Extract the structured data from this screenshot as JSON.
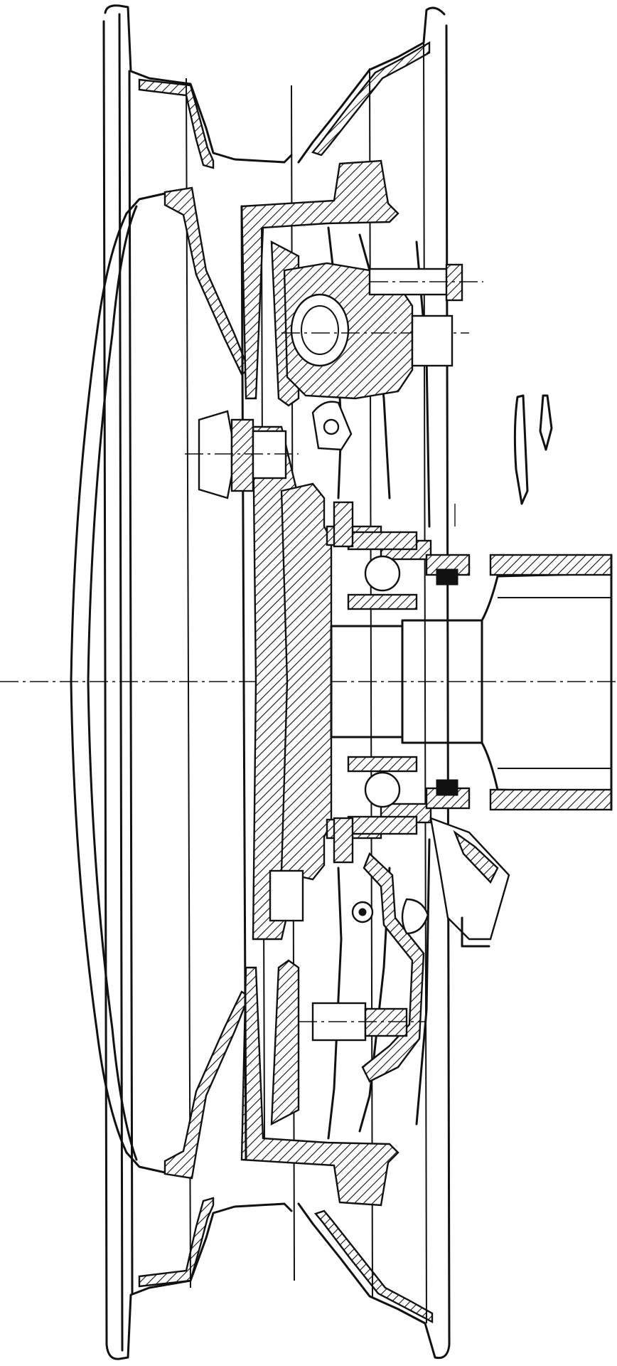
{
  "drawing": {
    "colors": {
      "ink": "#111111",
      "paper": "#ffffff"
    },
    "parts": [
      "wheel-rim",
      "hub-cap",
      "brake-drum",
      "wheel-hub",
      "axle-shaft",
      "wheel-bearings",
      "brake-shoes",
      "brake-cylinder",
      "wheel-nut",
      "bleeder-valve"
    ]
  }
}
